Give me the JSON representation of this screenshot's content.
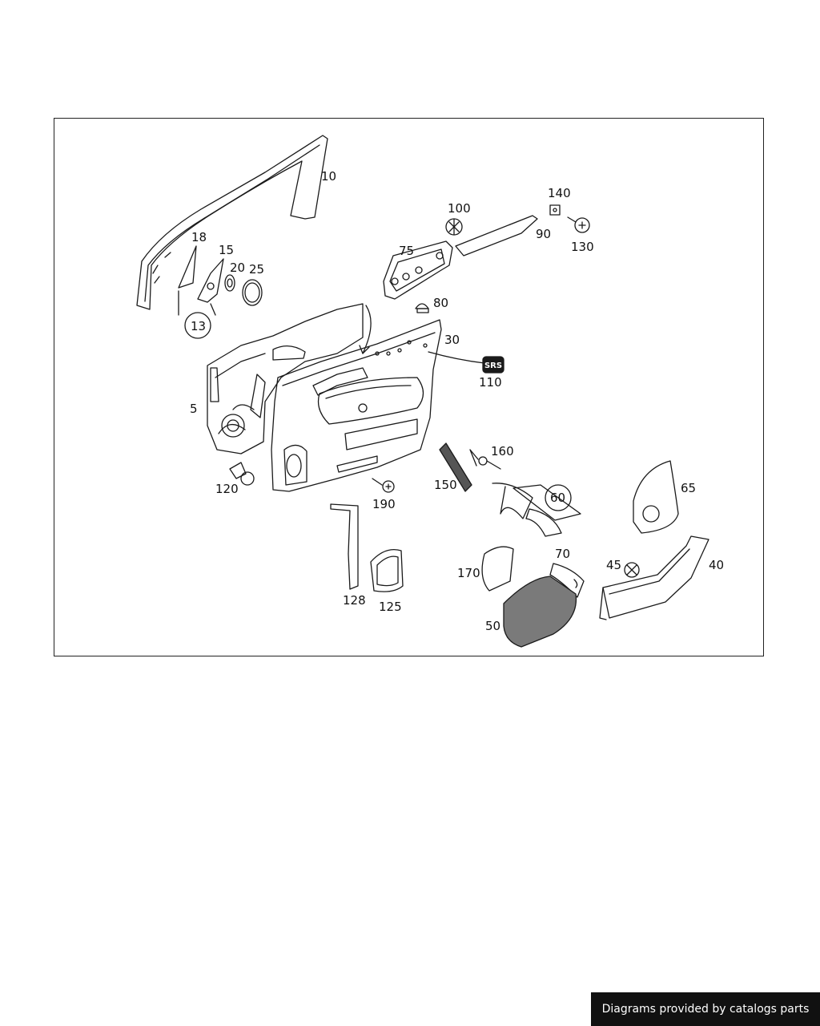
{
  "diagram": {
    "part_labels": {
      "p10": "10",
      "p18": "18",
      "p15": "15",
      "p20": "20",
      "p25": "25",
      "p13": "13",
      "p5": "5",
      "p75": "75",
      "p100": "100",
      "p90": "90",
      "p140": "140",
      "p130": "130",
      "p80": "80",
      "p30": "30",
      "p110": "110",
      "p120": "120",
      "p190": "190",
      "p150": "150",
      "p160": "160",
      "p60": "60",
      "p65": "65",
      "p128": "128",
      "p125": "125",
      "p170": "170",
      "p70": "70",
      "p45": "45",
      "p40": "40",
      "p50": "50"
    },
    "srs_text": "SRS"
  },
  "credit": {
    "text": "Diagrams provided by catalogs parts"
  },
  "colors": {
    "line": "#1a1a1a",
    "background": "#ffffff",
    "badge": "#111111"
  }
}
